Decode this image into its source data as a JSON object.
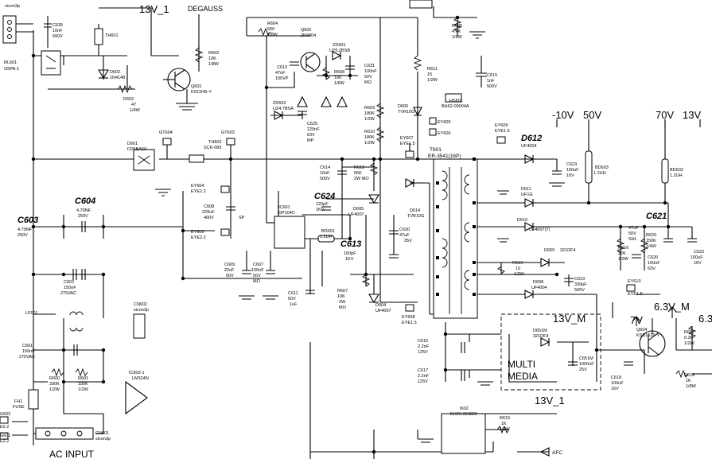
{
  "labels": {
    "l_13v1_top": "13V_1",
    "l_degauss": "DEGAUSS",
    "l_sicon": "sicon3p",
    "c635": "C635",
    "c635v": "10nF",
    "c635w": "500V",
    "th601": "TH601",
    "rl601": "RL601",
    "rl601v": "G5PA-1",
    "d602": "D602",
    "d602v": "1N4148",
    "r602": "R602",
    "r602v": "47",
    "r602w": "1/4W",
    "q601": "Q601",
    "q601v": "KSC945-Y",
    "r603": "R603",
    "r603v": "10K",
    "r603w": "1/8W",
    "r604": "R604",
    "r604v": "560",
    "r604w": "1/8W",
    "q602": "Q602",
    "q602v": "2N3904",
    "zd601": "ZD601",
    "zd601v": "UZ6.2BSB",
    "c610": "C610",
    "c610v": "47nF",
    "c610w": "100VP",
    "r608": "R608",
    "r608v": "100",
    "r608w": "1/6W",
    "c631": "C631",
    "c631v": "100nF",
    "c631w": "50V",
    "c631x": "MO",
    "r605": "R605",
    "r605v": "4.7K",
    "r605w": "1/8W",
    "r611": "R611",
    "r611v": "15",
    "r611w": "1/2W",
    "c615": "C615",
    "c615v": "1nF",
    "c615w": "500V",
    "hs601": "HS601",
    "hs601v": "BH62-00004A",
    "zd602": "ZD602",
    "zd602v": "UZ4.7BSA",
    "c625": "C625",
    "c625v": "220nF",
    "c625w": "63V",
    "c625x": "MP",
    "r609": "R609",
    "r609v": "180K",
    "r609w": "1/2W",
    "r610": "R610",
    "r610v": "180K",
    "r610w": "1/2W",
    "d606": "D606",
    "d606v": "TVR10G",
    "ey605": "EY605",
    "ey606": "EY606",
    "ey607": "EY607",
    "ey607v": "EYE1.5",
    "ey609": "EY609",
    "ey609v": "EYE1.5",
    "d612": "D612",
    "d612v": "UF4004",
    "l_m10v": "-10V",
    "l_50v": "50V",
    "l_70v": "70V",
    "l_13v": "13V",
    "t601": "T601",
    "t601v": "ER-3541(16P)",
    "c623": "C623",
    "c623v": "100uF",
    "c623w": "16V",
    "bd603": "BD603",
    "bd603v": "1.2UH",
    "bd602": "BD602",
    "bd602v": "1.2UH",
    "gt604": "GT604",
    "gt603": "GT603",
    "d601": "D601",
    "d601v": "D2SBA60",
    "th602": "TH602",
    "th602v": "SCK-083",
    "c614": "C614",
    "c614v": "10nF",
    "c614w": "500V",
    "r612": "R612",
    "r612v": "56K",
    "r612w": "2W MO",
    "d611": "D611",
    "d611v": "UF1G",
    "ey604": "EY604",
    "ey604v": "EYE2.2",
    "c624": "C624",
    "c624v": "120pF",
    "c624w": "1KV",
    "d605": "D605",
    "d605v": "UF4007",
    "d614": "D614",
    "d614v": "TVR10G",
    "c604": "C604",
    "c604v": "4.70NF",
    "c604w": "250V",
    "c603": "C603",
    "c603v": "4.70NF",
    "c603w": "250V",
    "c608": "C608",
    "c608v": "220uF",
    "c608w": "400V",
    "c608x": "SP",
    "ic601": "IC601",
    "ic601v": "DP104C",
    "bd601": "BD601",
    "bd601v": "1.2UH",
    "ey603": "EY603",
    "ey603v": "EYE2.2",
    "c630": "C630",
    "c630v": "47uF",
    "c630w": "35V",
    "d610": "D610",
    "d610v": "UF4007(T)",
    "c621": "C621",
    "c621v": "47uF",
    "c621w": "50V",
    "c621x": "SHL",
    "r620": "R620",
    "r620v": "150K",
    "r620w": "1/4W",
    "c622": "C622",
    "c622v": "100uF",
    "c622w": "16V",
    "c613": "C613",
    "c613v": "100pF",
    "c613w": "1KV",
    "r616": "R616",
    "r616v": "22K",
    "r616w": "1/2W",
    "c620": "C620",
    "c620v": "150uF",
    "c620w": "63V",
    "d609": "D609",
    "d609v": "321DF4",
    "c609": "C609",
    "c609v": "22uF",
    "c609w": "50V",
    "c607": "C607",
    "c607v": "100nF",
    "c607w": "50V",
    "c607x": "MO",
    "c602": "C602",
    "c602v": "150nF",
    "c602w": "275VAC",
    "r619": "R619",
    "r619v": "10",
    "r619w": "1/2W",
    "c619": "C619",
    "c619v": "330pF",
    "c619w": "500V",
    "c611": "C611",
    "c611v": "50V",
    "c611w": "1uF",
    "r607": "R607",
    "r607v": "10K",
    "r607w": "2W",
    "r607x": "MO",
    "d604": "D604",
    "d604v": "UF4007",
    "d608": "D608",
    "d608v": "UF4004",
    "ey610": "EY610",
    "ey610v": "EYE1.5",
    "l_63vm": "6.3V_M",
    "l_63": "6.3",
    "ey608": "EY608",
    "ey608v": "EYE1.5",
    "lf601": "LF601",
    "cn602": "CN602",
    "cn602v": "sicon3p",
    "l_13vm": "13V_M",
    "d651m": "D651M",
    "d651mv": "321DF4",
    "c651m": "C651M",
    "c651mv": "1000uF",
    "c651mw": "25V",
    "l_7v": "7V",
    "q604": "Q604",
    "q604v": "KSD1616-Y",
    "r617": "R617",
    "r617v": "0.39",
    "r617w": "1/2W",
    "c601": "C601",
    "c601v": "150nF",
    "c601w": "275VAC",
    "c616": "C616",
    "c616v": "2.2nF",
    "c616w": "125V",
    "l_multi": "MULTI",
    "l_media": "MEDIA",
    "r618": "R618",
    "r618v": "1K",
    "r618w": "1/8W",
    "c618": "C618",
    "c618v": "100uF",
    "c618w": "16V",
    "ic603": "IC603-1",
    "ic603v": "LM324N",
    "c617": "C617",
    "c617v": "2.2nF",
    "c617w": "125V",
    "r600": "R600",
    "r600v": "330K",
    "r600w": "1/2W",
    "r601": "R601",
    "r601v": "330K",
    "r601w": "1/2W",
    "fh1": "FH1",
    "fh1v": "FUSE",
    "l_13v1_bottom": "13V_1",
    "i602": "I602",
    "i602v": "BH26-303826",
    "r615": "R615",
    "r615v": "1K",
    "r615w": "1/2W",
    "g602": "G602",
    "g602v": "E2.2",
    "g601": "G601",
    "g601v": "E2.2",
    "cn601": "CN601",
    "cn601v": "sicon3p",
    "l_ac_input": "AC INPUT",
    "l_afc": "AFC"
  }
}
